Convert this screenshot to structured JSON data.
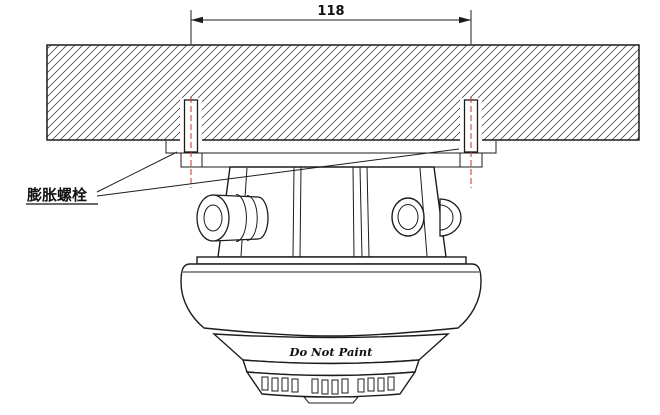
{
  "diagram": {
    "title": "ceiling-mount-detector-installation",
    "dimension_label": "118",
    "expansion_bolt_label": "膨胀螺栓",
    "do_not_paint_label": "Do Not Paint"
  },
  "colors": {
    "line": "#1c1c1c",
    "centerline": "#c53030",
    "background": "#ffffff"
  }
}
